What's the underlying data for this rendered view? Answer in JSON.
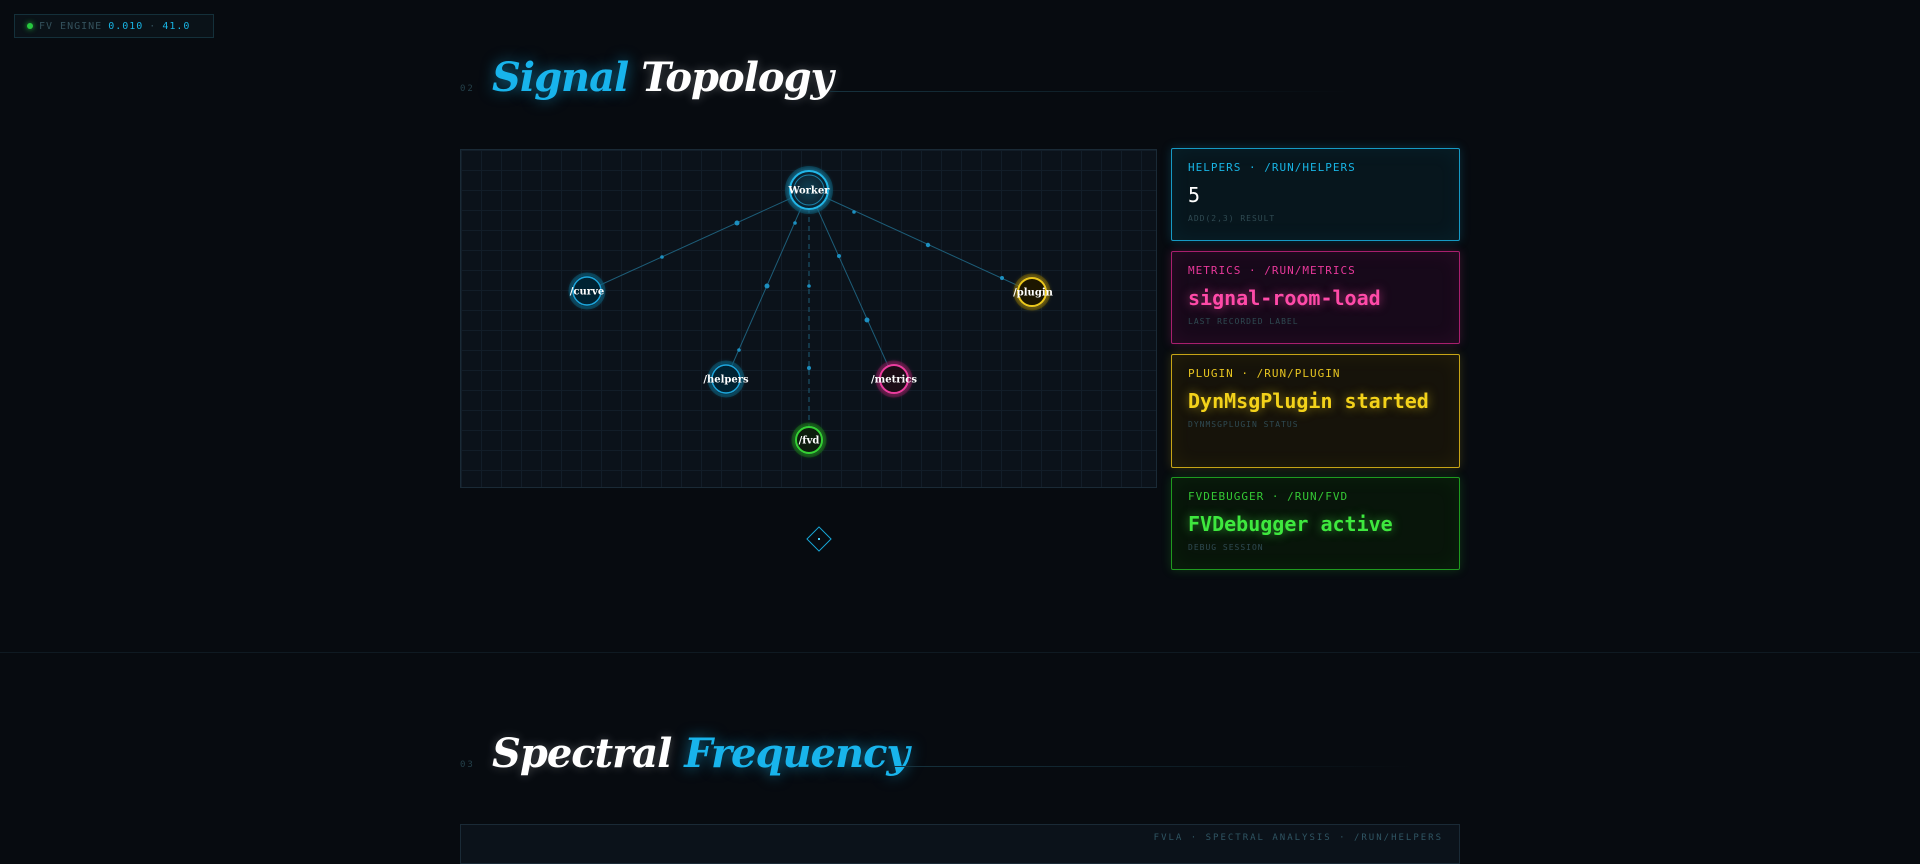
{
  "engine": {
    "label": "FV ENGINE",
    "value1": "0.010",
    "separator": "·",
    "value2": "41.0"
  },
  "topology": {
    "number": "02",
    "title_accent": "Signal",
    "title_rest": "Topology",
    "nodes": [
      {
        "id": "worker",
        "label": "Worker",
        "color": "#18a8d8"
      },
      {
        "id": "curve",
        "label": "/curve",
        "color": "#18a8d8"
      },
      {
        "id": "plugin",
        "label": "/plugin",
        "color": "#e6c420"
      },
      {
        "id": "helpers",
        "label": "/helpers",
        "color": "#18a8d8"
      },
      {
        "id": "metrics",
        "label": "/metrics",
        "color": "#e8389a"
      },
      {
        "id": "fvd",
        "label": "/fvd",
        "color": "#34c834"
      }
    ]
  },
  "cards": [
    {
      "key": "helpers",
      "head": "HELPERS · /RUN/HELPERS",
      "value": "5",
      "caption": "ADD(2,3) RESULT"
    },
    {
      "key": "metrics",
      "head": "METRICS · /RUN/METRICS",
      "value": "signal-room-load",
      "caption": "LAST RECORDED LABEL"
    },
    {
      "key": "plugin",
      "head": "PLUGIN · /RUN/PLUGIN",
      "value": "DynMsgPlugin started",
      "caption": "DYNMSGPLUGIN STATUS"
    },
    {
      "key": "fvd",
      "head": "FVDEBUGGER · /RUN/FVD",
      "value": "FVDebugger active",
      "caption": "DEBUG SESSION"
    }
  ],
  "spectral": {
    "number": "03",
    "title_plain": "Spectral",
    "title_accent": "Frequency",
    "caption": "FVLA · SPECTRAL ANALYSIS · /RUN/HELPERS"
  },
  "colors": {
    "accent_cyan": "#18b4ec",
    "accent_magenta": "#e8389a",
    "accent_yellow": "#e6c420",
    "accent_green": "#34c834",
    "background": "#070b10"
  }
}
